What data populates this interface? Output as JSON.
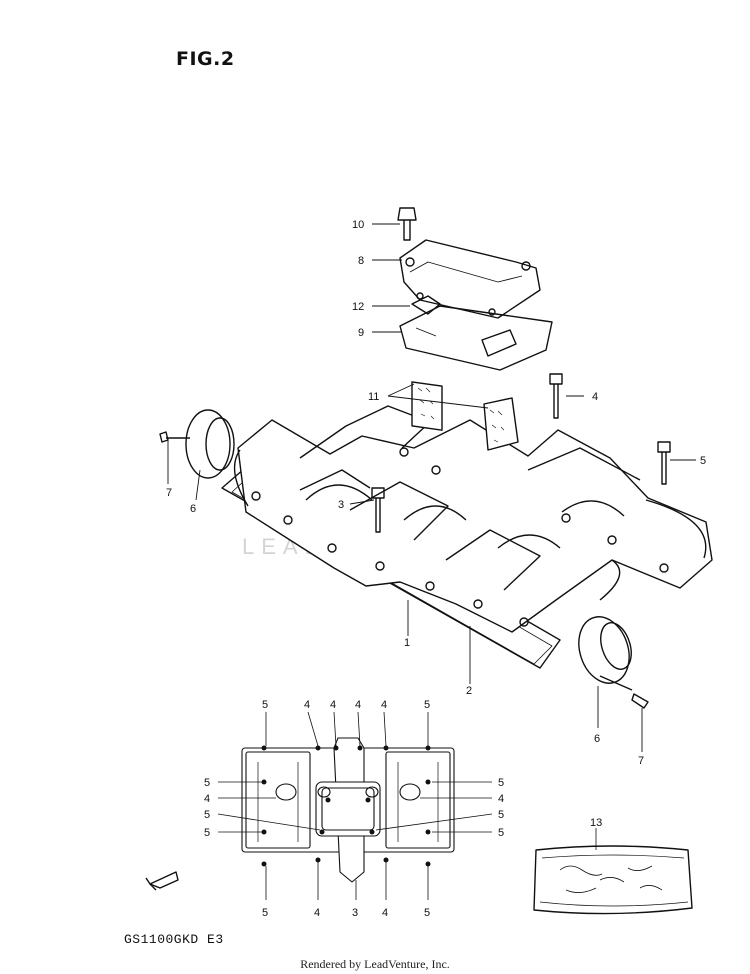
{
  "figure": {
    "title": "FIG.2",
    "model_code": "GS1100GKD E3",
    "watermark": "LEADVENTURE",
    "credit": "Rendered by LeadVenture, Inc."
  },
  "callouts_main": [
    "10",
    "8",
    "12",
    "9",
    "11",
    "4",
    "5",
    "7",
    "6",
    "3",
    "1",
    "2",
    "6",
    "7"
  ],
  "callouts_layout": {
    "top": [
      "5",
      "4",
      "4",
      "4",
      "4",
      "5"
    ],
    "left": [
      "5",
      "4",
      "5",
      "5"
    ],
    "right": [
      "5",
      "4",
      "5",
      "5"
    ],
    "bottom": [
      "5",
      "4",
      "3",
      "4",
      "5"
    ]
  },
  "callout_kit": "13",
  "icons": [
    "front-arrow-icon"
  ]
}
